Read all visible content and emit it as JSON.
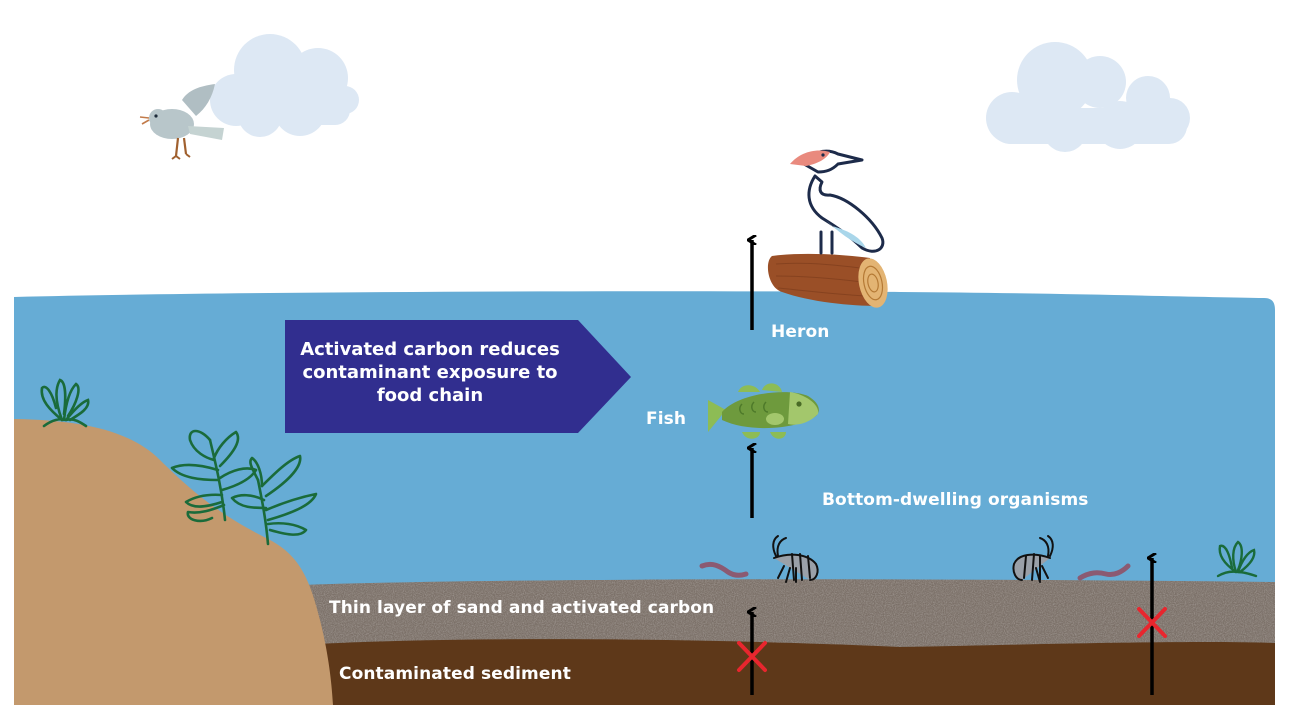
{
  "diagram": {
    "title": "Activated carbon reduces contaminant exposure to food chain",
    "callout": {
      "lines": [
        "Activated carbon reduces",
        "contaminant exposure to",
        "food chain"
      ],
      "color": "#312e8f"
    },
    "labels": {
      "heron": "Heron",
      "fish": "Fish",
      "bottom_dwelling": "Bottom-dwelling organisms",
      "sand_layer": "Thin layer of sand and activated carbon",
      "sediment": "Contaminated sediment"
    },
    "colors": {
      "sky": "#ffffff",
      "cloud": "#dde8f4",
      "water": "#66acd5",
      "bank": "#c3996d",
      "sand_layer": "#7b7068",
      "sediment": "#5e3819",
      "plant": "#1a6b3a",
      "arrow": "#000000",
      "blocked_mark": "#e8262e",
      "fish": "#7aa84a",
      "log": "#9a4f27",
      "worm": "#8b5a72"
    },
    "food_chain": [
      {
        "organism": "Bottom-dwelling organisms",
        "icon": "shrimp-and-worm-icon"
      },
      {
        "organism": "Fish",
        "icon": "fish-icon"
      },
      {
        "organism": "Heron",
        "icon": "heron-icon"
      }
    ],
    "blocked_pathways": [
      {
        "from": "Contaminated sediment",
        "to": "Bottom-dwelling organisms",
        "status": "blocked"
      },
      {
        "from": "Contaminated sediment",
        "to": "Water column",
        "status": "blocked"
      }
    ],
    "icons": [
      "cloud-icon",
      "bird-icon",
      "heron-icon",
      "log-icon",
      "fish-icon",
      "shrimp-icon",
      "worm-icon",
      "seaweed-icon",
      "red-x-icon",
      "up-arrow-icon"
    ]
  }
}
